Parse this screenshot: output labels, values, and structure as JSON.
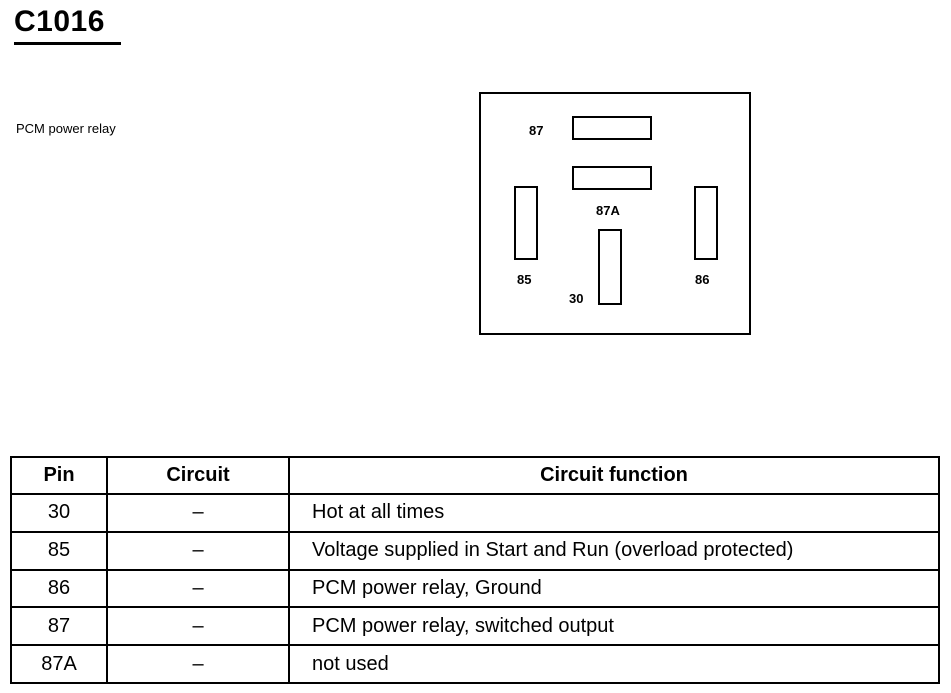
{
  "header": {
    "title": "C1016",
    "subtitle": "PCM power relay"
  },
  "diagram": {
    "pins": {
      "p87": "87",
      "p87a": "87A",
      "p85": "85",
      "p86": "86",
      "p30": "30"
    }
  },
  "table": {
    "columns": [
      "Pin",
      "Circuit",
      "Circuit function"
    ],
    "rows": [
      {
        "pin": "30",
        "circuit": "–",
        "function": "Hot at all times"
      },
      {
        "pin": "85",
        "circuit": "–",
        "function": "Voltage supplied in Start and Run (overload protected)"
      },
      {
        "pin": "86",
        "circuit": "–",
        "function": "PCM power relay, Ground"
      },
      {
        "pin": "87",
        "circuit": "–",
        "function": "PCM power relay, switched output"
      },
      {
        "pin": "87A",
        "circuit": "–",
        "function": "not used"
      }
    ]
  }
}
